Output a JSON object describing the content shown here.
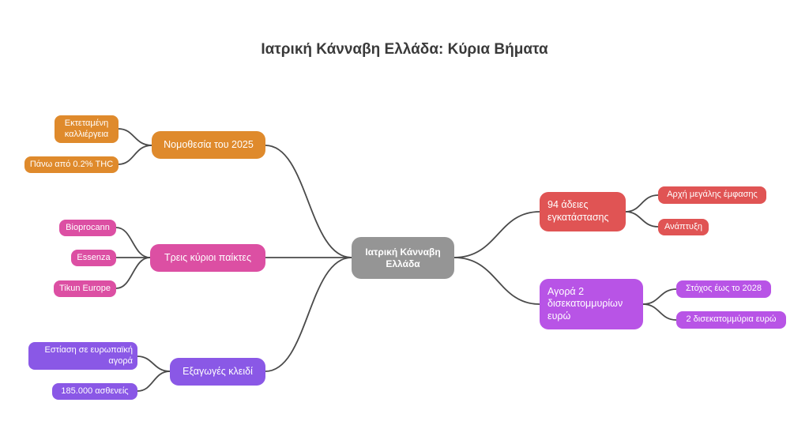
{
  "title": "Ιατρική Κάνναβη Ελλάδα: Κύρια Βήματα",
  "center": "Ιατρική Κάνναβη\nΕλλάδα",
  "colors": {
    "center": "#959595",
    "legislation": "#df8a2c",
    "players": "#dc4fa3",
    "exports": "#8a58e6",
    "licenses": "#e05454",
    "market": "#b854e6",
    "connector": "#4a4a4a"
  },
  "branches": {
    "legislation": {
      "label": "Νομοθεσία του 2025",
      "leaves": [
        "Εκτεταμένη\nκαλλιέργεια",
        "Πάνω από 0.2% THC"
      ]
    },
    "players": {
      "label": "Τρεις κύριοι παίκτες",
      "leaves": [
        "Bioprocann",
        "Essenza",
        "Tikun Europe"
      ]
    },
    "exports": {
      "label": "Εξαγωγές κλειδί",
      "leaves": [
        "Εστίαση σε ευρωπαϊκή\nαγορά",
        "185.000 ασθενείς"
      ]
    },
    "licenses": {
      "label": "94 άδειες\nεγκατάστασης",
      "leaves": [
        "Αρχή μεγάλης έμφασης",
        "Ανάπτυξη"
      ]
    },
    "market": {
      "label": "Αγορά 2\nδισεκατομμυρίων\nευρώ",
      "leaves": [
        "Στόχος έως το 2028",
        "2 δισεκατομμύρια ευρώ"
      ]
    }
  }
}
